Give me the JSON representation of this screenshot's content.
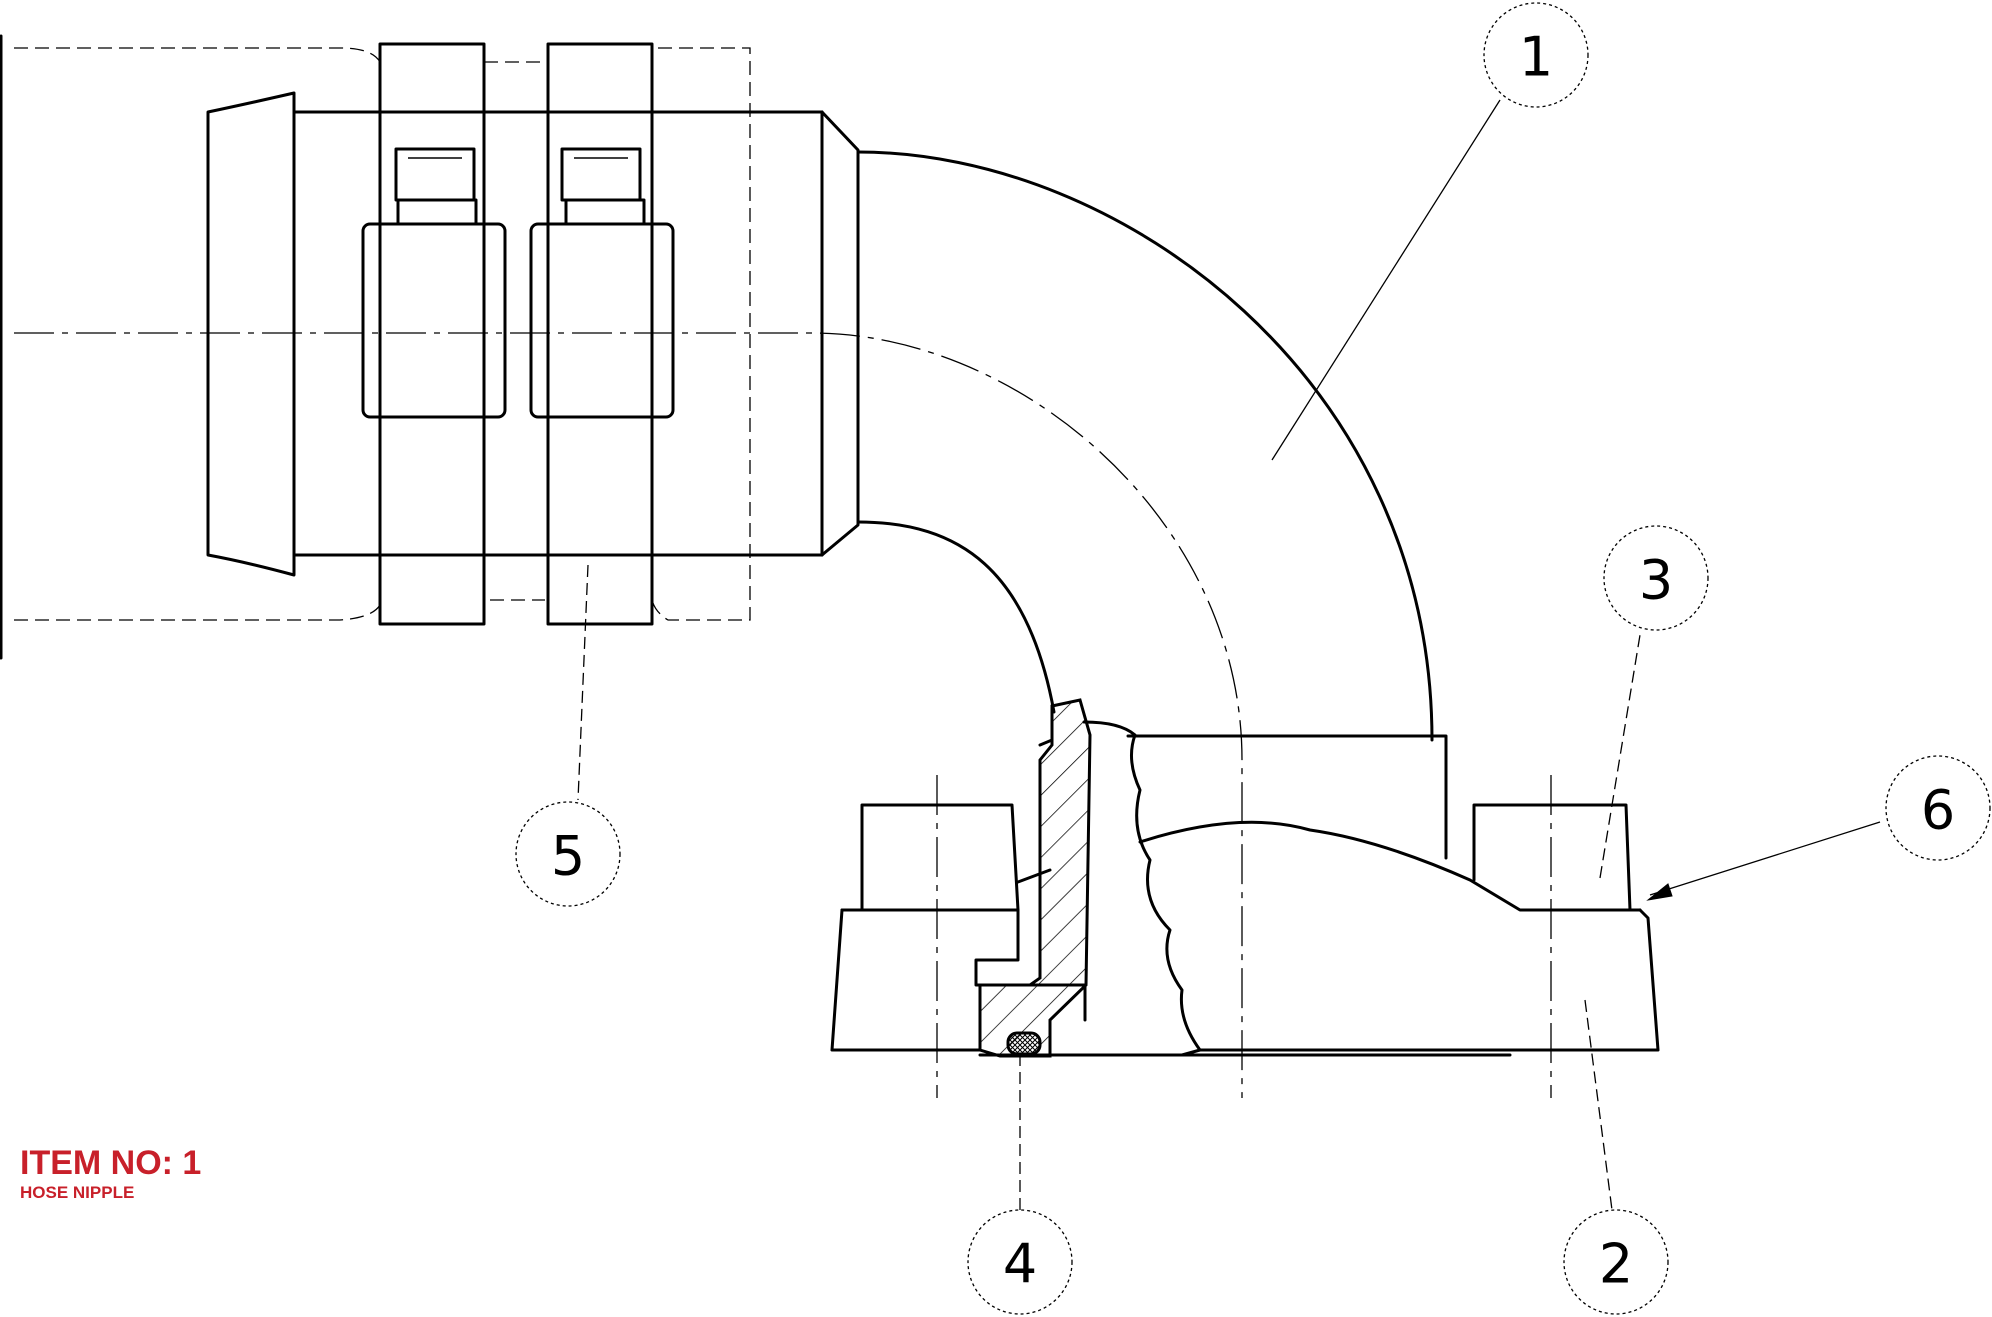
{
  "title": {
    "item_no": "ITEM NO: 1",
    "part_name": "HOSE NIPPLE",
    "color": "#c8202a"
  },
  "balloons": [
    {
      "id": "1",
      "label": "1"
    },
    {
      "id": "2",
      "label": "2"
    },
    {
      "id": "3",
      "label": "3"
    },
    {
      "id": "4",
      "label": "4"
    },
    {
      "id": "5",
      "label": "5"
    },
    {
      "id": "6",
      "label": "6"
    }
  ]
}
